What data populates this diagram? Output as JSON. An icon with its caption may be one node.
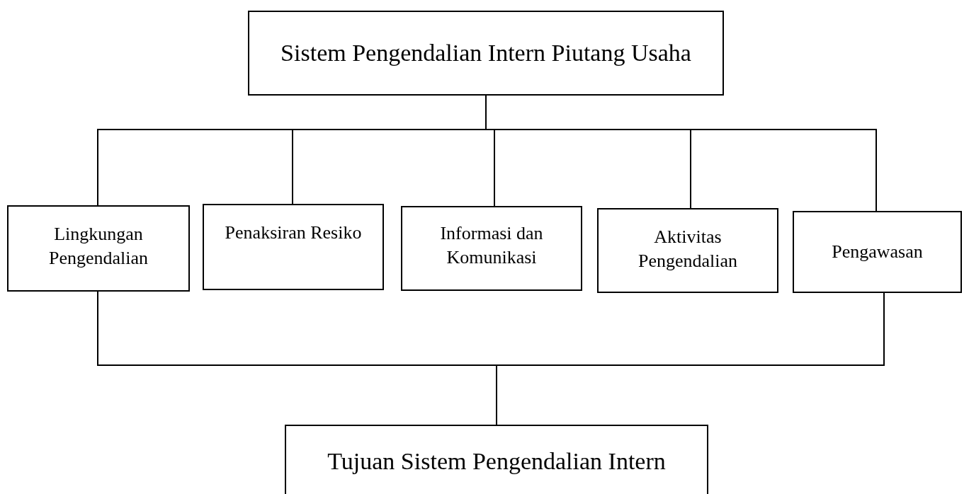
{
  "diagram": {
    "nodes": [
      {
        "text": [
          "Sistem Pengendalian Intern Piutang Usaha"
        ]
      },
      {
        "text": [
          "Lingkungan Pengendalian"
        ]
      },
      {
        "text": [
          "Penaksiran Resiko"
        ]
      },
      {
        "text": [
          "Informasi dan Komunikasi"
        ]
      },
      {
        "text": [
          "Aktivitas Pengendalian"
        ]
      },
      {
        "text": [
          "Pengawasan"
        ]
      },
      {
        "text": [
          "Tujuan Sistem Pengendalian Intern"
        ]
      }
    ],
    "edges": [
      {
        "from": 0,
        "to": 1,
        "arrow": "none"
      },
      {
        "from": 0,
        "to": 2,
        "arrow": "none"
      },
      {
        "from": 0,
        "to": 3,
        "arrow": "none"
      },
      {
        "from": 0,
        "to": 4,
        "arrow": "none"
      },
      {
        "from": 0,
        "to": 5,
        "arrow": "none"
      },
      {
        "from": 1,
        "to": 6,
        "arrow": "none"
      },
      {
        "from": 5,
        "to": 6,
        "arrow": "none"
      }
    ]
  }
}
